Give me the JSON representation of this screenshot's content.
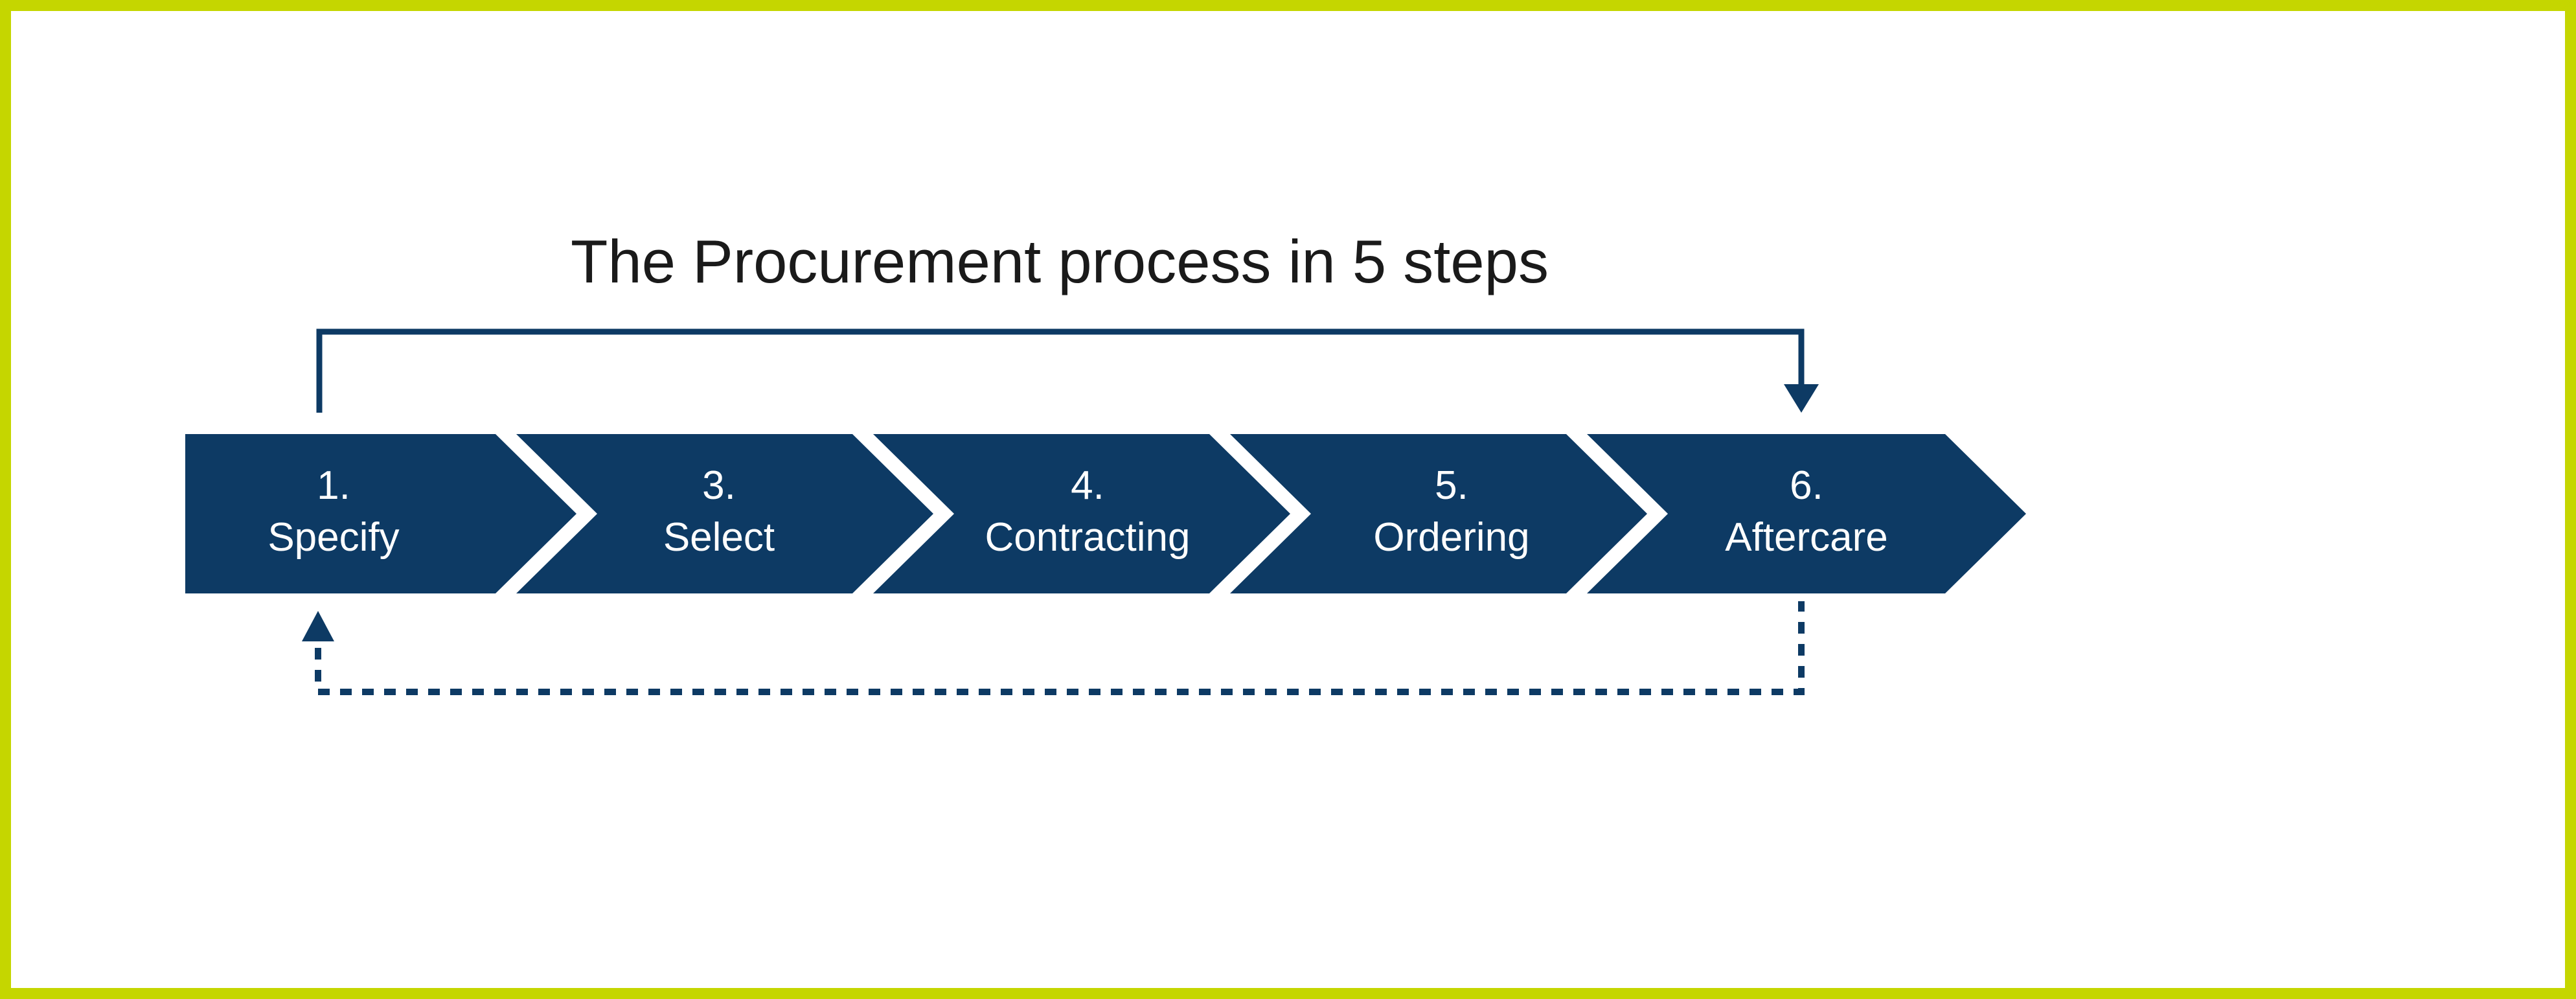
{
  "diagram": {
    "title": "The Procurement process in 5 steps",
    "steps": [
      {
        "number": "1.",
        "label": "Specify"
      },
      {
        "number": "3.",
        "label": "Select"
      },
      {
        "number": "4.",
        "label": "Contracting"
      },
      {
        "number": "5.",
        "label": "Ordering"
      },
      {
        "number": "6.",
        "label": "Aftercare"
      }
    ],
    "connectors": [
      {
        "type": "solid",
        "from": "step-1",
        "to": "step-6",
        "arrow": "arrow-down-icon"
      },
      {
        "type": "dotted",
        "from": "step-6",
        "to": "step-1",
        "arrow": "arrow-up-icon"
      }
    ],
    "colors": {
      "chevron": "#0D3A64",
      "connector": "#0D3A64",
      "border": "#C5D600",
      "title_text": "#1A1A1A",
      "label_text": "#FFFFFF",
      "background": "#FFFFFF"
    }
  }
}
